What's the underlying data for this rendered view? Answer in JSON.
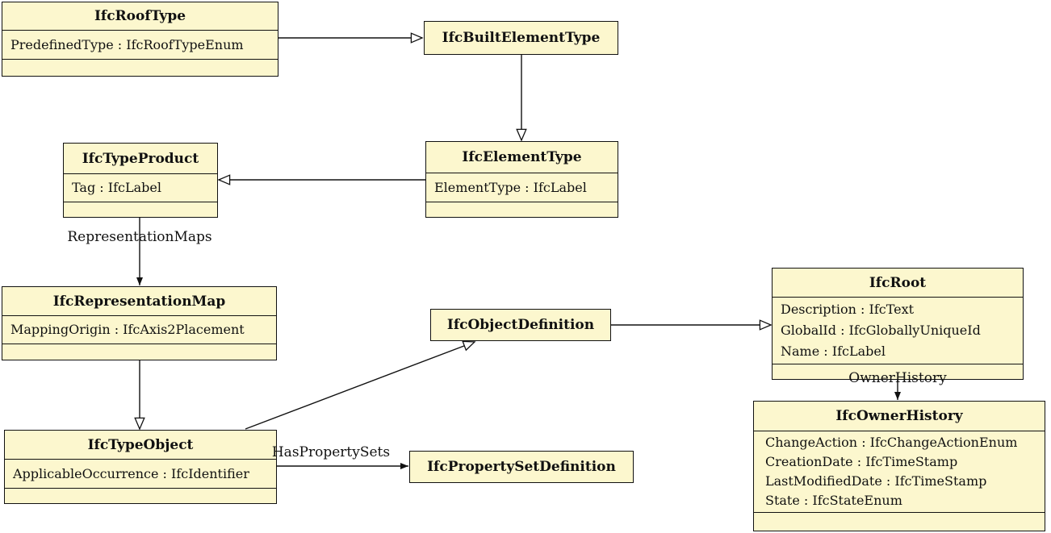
{
  "diagram": {
    "type": "uml-class-diagram",
    "background_color": "#ffffff",
    "node_fill": "#fcf7ce",
    "node_border": "#111111",
    "line_color": "#111111",
    "nodes": [
      {
        "id": "IfcRoofType",
        "title": "IfcRoofType",
        "attributes": [
          "PredefinedType : IfcRoofTypeEnum"
        ]
      },
      {
        "id": "IfcBuiltElementType",
        "title": "IfcBuiltElementType",
        "attributes": []
      },
      {
        "id": "IfcElementType",
        "title": "IfcElementType",
        "attributes": [
          "ElementType : IfcLabel"
        ]
      },
      {
        "id": "IfcTypeProduct",
        "title": "IfcTypeProduct",
        "attributes": [
          "Tag : IfcLabel"
        ]
      },
      {
        "id": "IfcRepresentationMap",
        "title": "IfcRepresentationMap",
        "attributes": [
          "MappingOrigin : IfcAxis2Placement"
        ]
      },
      {
        "id": "IfcTypeObject",
        "title": "IfcTypeObject",
        "attributes": [
          "ApplicableOccurrence : IfcIdentifier"
        ]
      },
      {
        "id": "IfcObjectDefinition",
        "title": "IfcObjectDefinition",
        "attributes": []
      },
      {
        "id": "IfcPropertySetDefinition",
        "title": "IfcPropertySetDefinition",
        "attributes": []
      },
      {
        "id": "IfcRoot",
        "title": "IfcRoot",
        "attributes": [
          "Description : IfcText",
          "GlobalId : IfcGloballyUniqueId",
          "Name : IfcLabel"
        ]
      },
      {
        "id": "IfcOwnerHistory",
        "title": "IfcOwnerHistory",
        "attributes": [
          "ChangeAction : IfcChangeActionEnum",
          "CreationDate : IfcTimeStamp",
          "LastModifiedDate : IfcTimeStamp",
          "State : IfcStateEnum"
        ]
      }
    ],
    "edge_labels": {
      "representation_maps": "RepresentationMaps",
      "has_property_sets": "HasPropertySets",
      "owner_history": "OwnerHistory"
    },
    "edges": [
      {
        "from": "IfcRoofType",
        "to": "IfcBuiltElementType",
        "kind": "inheritance",
        "label": ""
      },
      {
        "from": "IfcBuiltElementType",
        "to": "IfcElementType",
        "kind": "inheritance",
        "label": ""
      },
      {
        "from": "IfcElementType",
        "to": "IfcTypeProduct",
        "kind": "inheritance",
        "label": ""
      },
      {
        "from": "IfcTypeProduct",
        "to": "IfcRepresentationMap",
        "kind": "association",
        "label": "RepresentationMaps"
      },
      {
        "from": "IfcRepresentationMap",
        "to": "IfcTypeObject",
        "kind": "inheritance",
        "label": ""
      },
      {
        "from": "IfcTypeObject",
        "to": "IfcObjectDefinition",
        "kind": "inheritance",
        "label": ""
      },
      {
        "from": "IfcObjectDefinition",
        "to": "IfcRoot",
        "kind": "inheritance",
        "label": ""
      },
      {
        "from": "IfcTypeObject",
        "to": "IfcPropertySetDefinition",
        "kind": "association",
        "label": "HasPropertySets"
      },
      {
        "from": "IfcRoot",
        "to": "IfcOwnerHistory",
        "kind": "association",
        "label": "OwnerHistory"
      }
    ]
  }
}
